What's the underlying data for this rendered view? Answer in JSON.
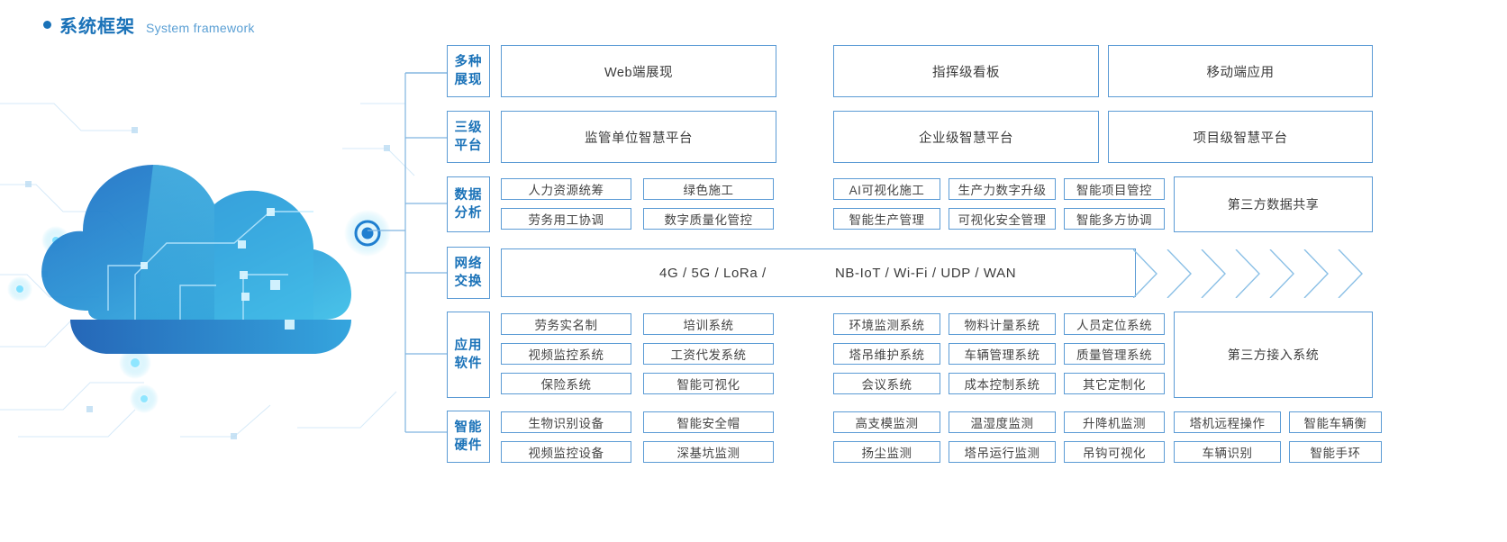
{
  "heading": {
    "bullet_icon": "dot-icon",
    "title_zh": "系统框架",
    "title_en": "System framework",
    "accent_color": "#1a72b8"
  },
  "theme": {
    "border_color": "#5b9bd5",
    "label_text_color": "#1a72b8",
    "cell_text_color": "#444444",
    "background": "#ffffff"
  },
  "artwork": {
    "name": "cloud-computing-illustration",
    "description": "blue cloud with circuit lines and glowing node"
  },
  "rows": [
    {
      "label": "多种展现",
      "label_lines": [
        "多种",
        "展现"
      ],
      "cells": [
        "Web端展现",
        "指挥级看板",
        "移动端应用"
      ]
    },
    {
      "label": "三级平台",
      "label_lines": [
        "三级",
        "平台"
      ],
      "cells": [
        "监管单位智慧平台",
        "企业级智慧平台",
        "项目级智慧平台"
      ]
    },
    {
      "label": "数据分析",
      "label_lines": [
        "数据",
        "分析"
      ],
      "left_cells": [
        [
          "人力资源统筹",
          "绿色施工"
        ],
        [
          "劳务用工协调",
          "数字质量化管控"
        ]
      ],
      "mid_cells": [
        [
          "AI可视化施工",
          "生产力数字升级",
          "智能项目管控"
        ],
        [
          "智能生产管理",
          "可视化安全管理",
          "智能多方协调"
        ]
      ],
      "right_cell": "第三方数据共享"
    },
    {
      "label": "网络交换",
      "label_lines": [
        "网络",
        "交换"
      ],
      "network_text_1": "4G / 5G / LoRa /",
      "network_text_2": "NB-IoT / Wi-Fi / UDP / WAN",
      "chevron_count": 7
    },
    {
      "label": "应用软件",
      "label_lines": [
        "应用",
        "软件"
      ],
      "left_cells": [
        [
          "劳务实名制",
          "培训系统"
        ],
        [
          "视频监控系统",
          "工资代发系统"
        ],
        [
          "保险系统",
          "智能可视化"
        ]
      ],
      "mid_cells": [
        [
          "环境监测系统",
          "物料计量系统",
          "人员定位系统"
        ],
        [
          "塔吊维护系统",
          "车辆管理系统",
          "质量管理系统"
        ],
        [
          "会议系统",
          "成本控制系统",
          "其它定制化"
        ]
      ],
      "right_cell": "第三方接入系统"
    },
    {
      "label": "智能硬件",
      "label_lines": [
        "智能",
        "硬件"
      ],
      "left_cells": [
        [
          "生物识别设备",
          "智能安全帽"
        ],
        [
          "视频监控设备",
          "深基坑监测"
        ]
      ],
      "mid_cells": [
        [
          "高支模监测",
          "温湿度监测",
          "升降机监测"
        ],
        [
          "扬尘监测",
          "塔吊运行监测",
          "吊钩可视化"
        ]
      ],
      "far_cells": [
        [
          "塔机远程操作",
          "智能车辆衡"
        ],
        [
          "车辆识别",
          "智能手环"
        ]
      ]
    }
  ]
}
